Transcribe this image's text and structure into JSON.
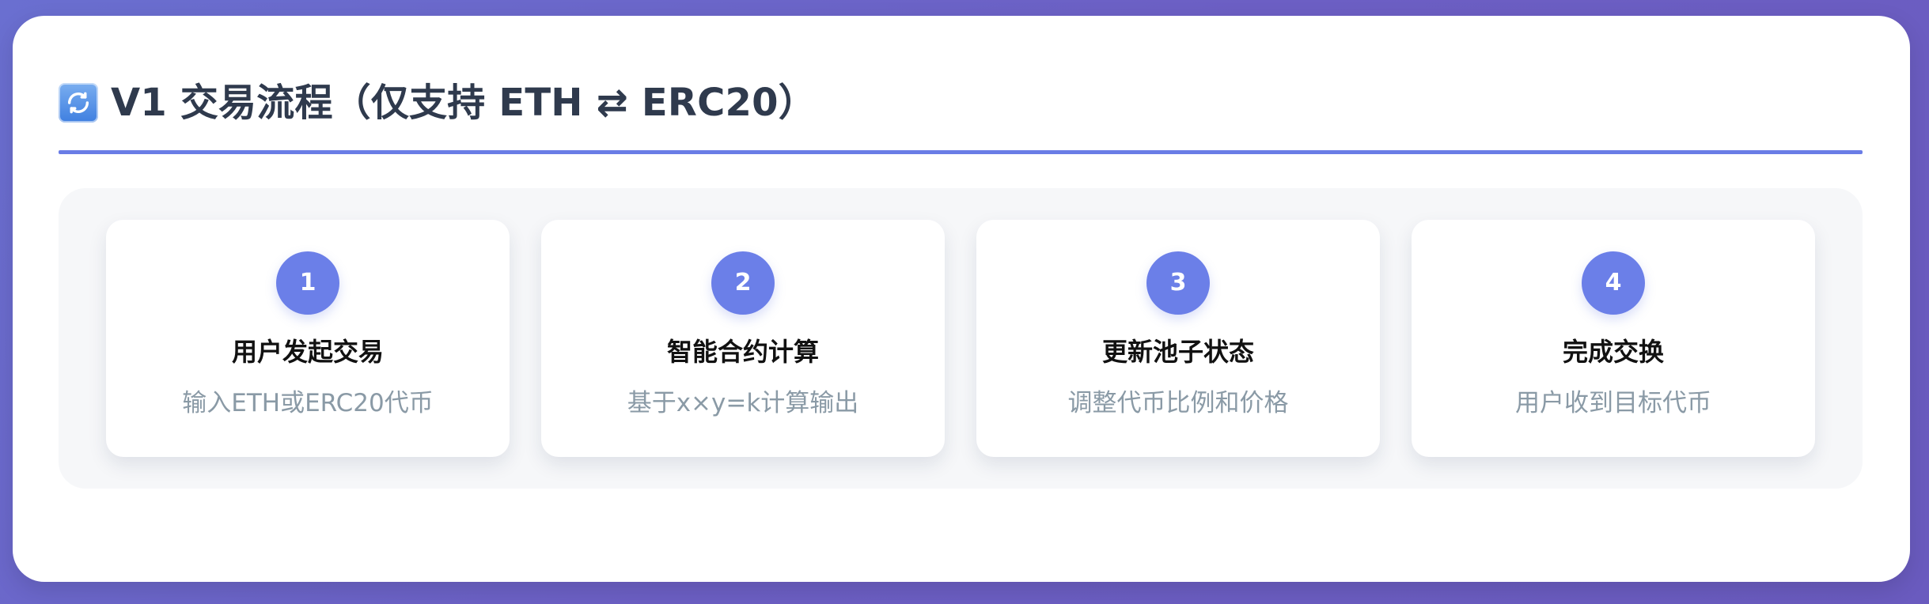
{
  "header": {
    "title": "V1 交易流程（仅支持 ETH ⇄ ERC20）",
    "icon": "refresh-icon"
  },
  "colors": {
    "background_gradient_start": "#6a6fd0",
    "background_gradient_end": "#6a5bbf",
    "accent": "#6b7fe8",
    "title_text": "#2f3a4d",
    "step_desc_text": "#8a9aa6",
    "panel_bg": "#f6f7f9"
  },
  "steps": [
    {
      "number": "1",
      "title": "用户发起交易",
      "desc": "输入ETH或ERC20代币"
    },
    {
      "number": "2",
      "title": "智能合约计算",
      "desc": "基于x×y=k计算输出"
    },
    {
      "number": "3",
      "title": "更新池子状态",
      "desc": "调整代币比例和价格"
    },
    {
      "number": "4",
      "title": "完成交换",
      "desc": "用户收到目标代币"
    }
  ]
}
